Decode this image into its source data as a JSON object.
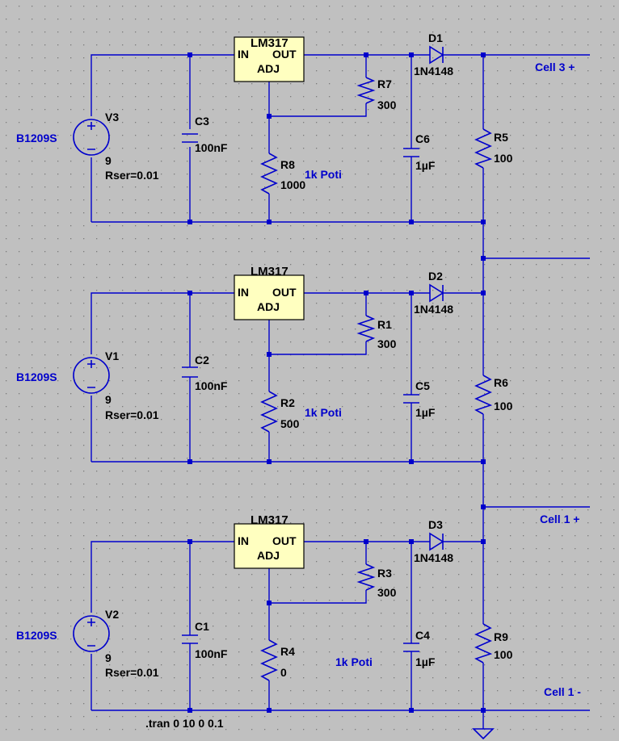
{
  "schematic": {
    "sections": [
      {
        "id": "top",
        "source": {
          "ref": "V3",
          "model": "B1209S",
          "value": "9",
          "rser": "Rser=0.01"
        },
        "c_in": {
          "ref": "C3",
          "value": "100nF"
        },
        "regulator": {
          "name": "LM317",
          "pin_in": "IN",
          "pin_out": "OUT",
          "pin_adj": "ADJ"
        },
        "r_fb": {
          "ref": "R7",
          "value": "300"
        },
        "r_adj": {
          "ref": "R8",
          "value": "1000"
        },
        "poti_note": "1k Poti",
        "c_out": {
          "ref": "C6",
          "value": "1µF"
        },
        "diode": {
          "ref": "D1",
          "value": "1N4148"
        },
        "r_bal": {
          "ref": "R5",
          "value": "100"
        }
      },
      {
        "id": "middle",
        "source": {
          "ref": "V1",
          "model": "B1209S",
          "value": "9",
          "rser": "Rser=0.01"
        },
        "c_in": {
          "ref": "C2",
          "value": "100nF"
        },
        "regulator": {
          "name": "LM317",
          "pin_in": "IN",
          "pin_out": "OUT",
          "pin_adj": "ADJ"
        },
        "r_fb": {
          "ref": "R1",
          "value": "300"
        },
        "r_adj": {
          "ref": "R2",
          "value": "500"
        },
        "poti_note": "1k Poti",
        "c_out": {
          "ref": "C5",
          "value": "1µF"
        },
        "diode": {
          "ref": "D2",
          "value": "1N4148"
        },
        "r_bal": {
          "ref": "R6",
          "value": "100"
        }
      },
      {
        "id": "bottom",
        "source": {
          "ref": "V2",
          "model": "B1209S",
          "value": "9",
          "rser": "Rser=0.01"
        },
        "c_in": {
          "ref": "C1",
          "value": "100nF"
        },
        "regulator": {
          "name": "LM317",
          "pin_in": "IN",
          "pin_out": "OUT",
          "pin_adj": "ADJ"
        },
        "r_fb": {
          "ref": "R3",
          "value": "300"
        },
        "r_adj": {
          "ref": "R4",
          "value": "0"
        },
        "poti_note": "1k Poti",
        "c_out": {
          "ref": "C4",
          "value": "1µF"
        },
        "diode": {
          "ref": "D3",
          "value": "1N4148"
        },
        "r_bal": {
          "ref": "R9",
          "value": "100"
        }
      }
    ],
    "outputs": {
      "cell3_plus": "Cell 3 +",
      "cell1_plus": "Cell 1 +",
      "cell1_minus": "Cell 1 -"
    },
    "directive": ".tran 0 10 0 0.1",
    "colors": {
      "wire": "#0000cc",
      "background": "#c0c0c0",
      "grid_dot": "#7a7a7a",
      "regulator_fill": "#ffffc0"
    }
  }
}
